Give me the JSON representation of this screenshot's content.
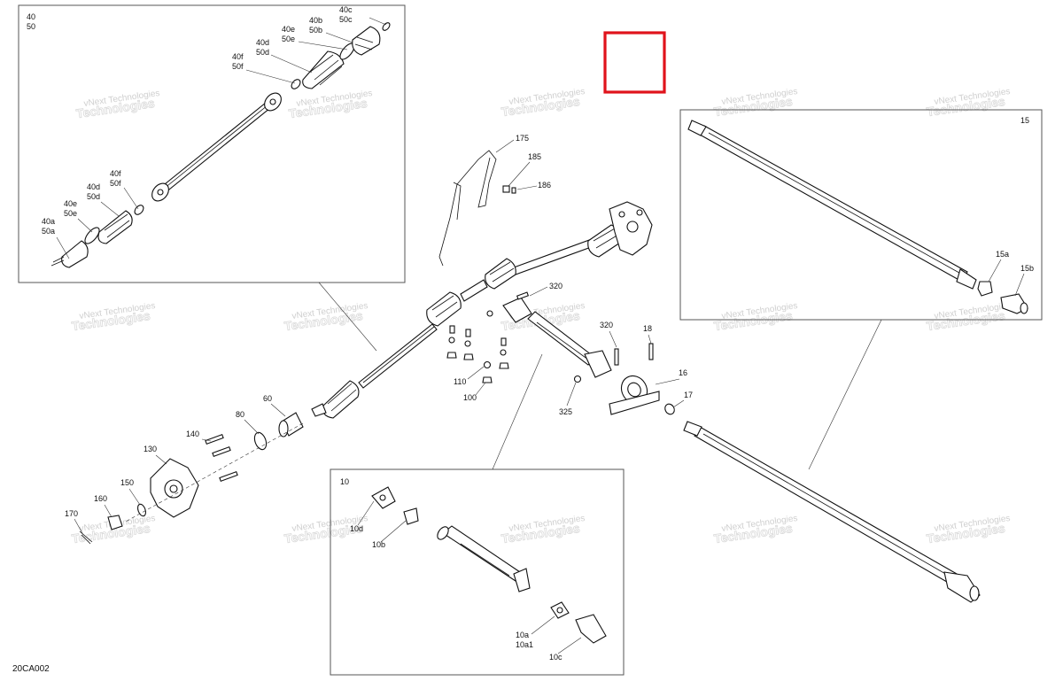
{
  "diagram_code": "20CA002",
  "watermark": {
    "line1": "vNext Technologies",
    "line2": "Technologies"
  },
  "highlight_color": "#e0131b",
  "boxes": {
    "axle_detail": {
      "labels": [
        "40",
        "50"
      ]
    },
    "rear_shaft_detail": {
      "labels": [
        "15"
      ]
    },
    "prop_shaft_detail": {
      "labels": [
        "10"
      ]
    }
  },
  "callouts": {
    "c40c": "40c",
    "c50c": "50c",
    "c40b": "40b",
    "c50b": "50b",
    "c40e": "40e",
    "c50e": "50e",
    "c40d": "40d",
    "c50d": "50d",
    "c40f": "40f",
    "c50f": "50f",
    "c40f_2": "40f",
    "c50f_2": "50f",
    "c40d_2": "40d",
    "c50d_2": "50d",
    "c40e_2": "40e",
    "c50e_2": "50e",
    "c40a": "40a",
    "c50a": "50a",
    "c175": "175",
    "c185": "185",
    "c186": "186",
    "c15a": "15a",
    "c15b": "15b",
    "c320a": "320",
    "c320b": "320",
    "c18": "18",
    "c16": "16",
    "c17": "17",
    "c110": "110",
    "c100": "100",
    "c325": "325",
    "c60": "60",
    "c80": "80",
    "c140": "140",
    "c130": "130",
    "c150": "150",
    "c160": "160",
    "c170": "170",
    "c10d": "10d",
    "c10b": "10b",
    "c10a": "10a",
    "c10a1": "10a1",
    "c10c": "10c"
  }
}
